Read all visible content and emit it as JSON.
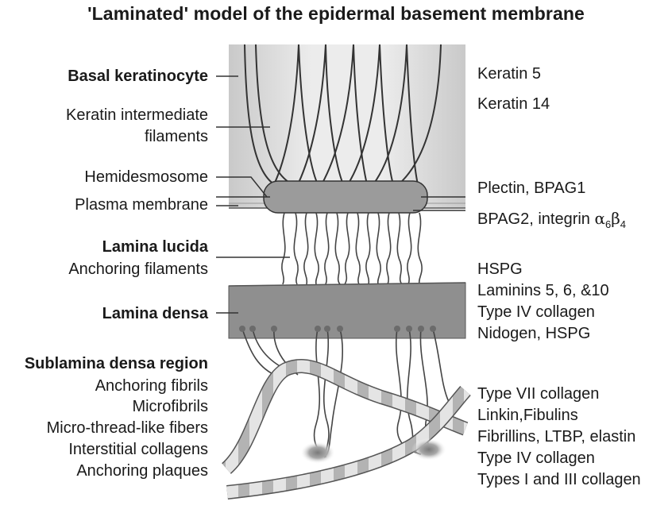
{
  "title": "'Laminated' model of the epidermal basement membrane",
  "left_labels": {
    "basal_keratinocyte": "Basal keratinocyte",
    "keratin_filaments_line1": "Keratin intermediate",
    "keratin_filaments_line2": "filaments",
    "hemidesmosome": "Hemidesmosome",
    "plasma_membrane": "Plasma membrane",
    "lamina_lucida": "Lamina lucida",
    "anchoring_filaments": "Anchoring filaments",
    "lamina_densa": "Lamina densa",
    "sublamina_densa_region": "Sublamina densa region",
    "anchoring_fibrils": "Anchoring fibrils",
    "microfibrils": "Microfibrils",
    "micro_thread_fibers": "Micro-thread-like fibers",
    "interstitial_collagens": "Interstitial collagens",
    "anchoring_plaques": "Anchoring plaques"
  },
  "right_labels": {
    "keratin5": "Keratin 5",
    "keratin14": "Keratin 14",
    "plectin": "Plectin, BPAG1",
    "bpag2_prefix": "BPAG2, integrin ",
    "alpha": "α",
    "alpha_sub": "6",
    "beta": "β",
    "beta_sub": "4",
    "hspg": "HSPG",
    "laminins": "Laminins 5, 6, &10",
    "type4_collagen": "Type IV collagen",
    "nidogen": "Nidogen, HSPG",
    "type7_collagen": "Type VII collagen",
    "linkin": "Linkin,Fibulins",
    "fibrillins": "Fibrillins, LTBP, elastin",
    "type4_collagen_2": "Type IV collagen",
    "types1_3": "Types I and III collagen"
  }
}
